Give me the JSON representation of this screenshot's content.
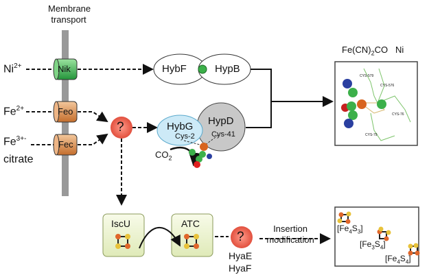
{
  "header": {
    "line1": "Membrane",
    "line2": "transport"
  },
  "ions": {
    "ni": "Ni",
    "ni_sup": "2+",
    "fe2": "Fe",
    "fe2_sup": "2+",
    "fe3": "Fe",
    "fe3_sup": "3+-",
    "citrate": "citrate"
  },
  "transporters": {
    "nik": "Nik",
    "feo": "Feo",
    "fec": "Fec"
  },
  "proteins": {
    "hybf": "HybF",
    "hypb": "HypB",
    "hybg": "HybG",
    "hybg_cys": "Cys-2",
    "hypd": "HypD",
    "hypd_cys": "Cys-41"
  },
  "co2": {
    "text": "CO",
    "sub": "2"
  },
  "unknown_mark": "?",
  "active_site": {
    "label_fe": "Fe(CN)",
    "label_sub": "2",
    "label_co": "CO",
    "label_ni": "Ni",
    "cys": [
      "CYS-579",
      "CYS-576",
      "CYS-76",
      "CYS-79"
    ]
  },
  "cluster_path": {
    "iscu": "IscU",
    "atc": "ATC",
    "hyae": "HyaE",
    "hyaf": "HyaF",
    "insertion1": "Insertion",
    "insertion2": "modification"
  },
  "clusters": [
    {
      "a": "[Fe",
      "n1": "4",
      "b": "S",
      "n2": "3",
      "c": "]"
    },
    {
      "a": "[Fe",
      "n1": "3",
      "b": "S",
      "n2": "4",
      "c": "]"
    },
    {
      "a": "[Fe",
      "n1": "4",
      "b": "S",
      "n2": "4",
      "c": "]"
    }
  ],
  "colors": {
    "nik": "#3cb04a",
    "feo": "#d98a4a",
    "unknown": "#f06a5a",
    "hybg": "#cdeaf7",
    "hypd": "#c8c8c8",
    "box": "#eef5d6"
  }
}
